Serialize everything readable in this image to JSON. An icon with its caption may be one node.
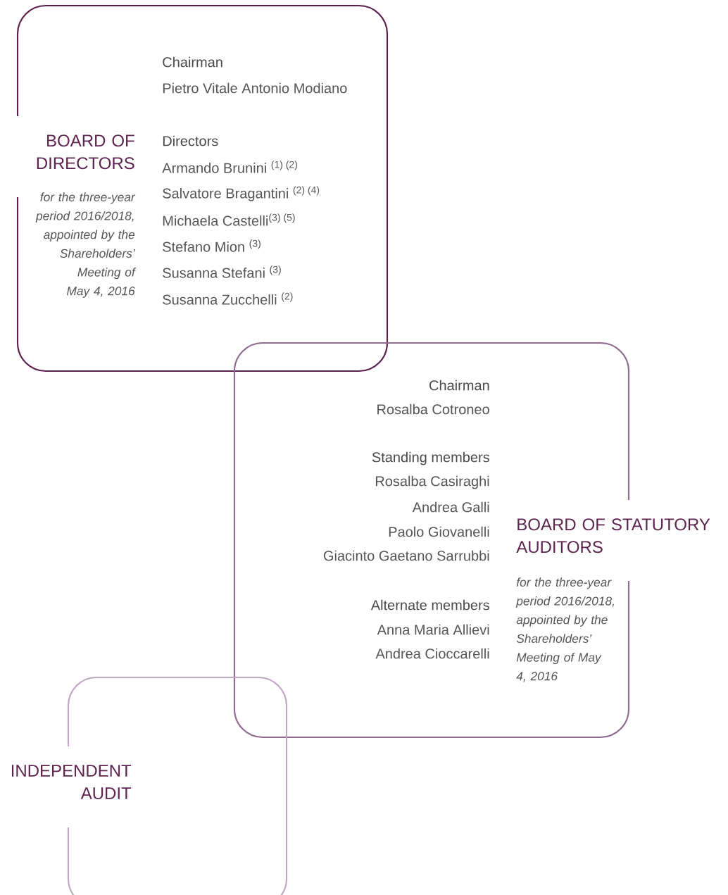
{
  "diagram": {
    "nodes": [
      {
        "text": [
          "BOARD OF DIRECTORS",
          "for the three-year period 2016/2018, appointed by the Shareholders’ Meeting of May 4, 2016",
          "Chairman",
          "Pietro Vitale Antonio Modiano",
          "Directors",
          "Armando Brunini $^{(1) (2)}$",
          "Salvatore Bragantini $^{(2) (4)}$",
          "Michaela Castelli$^{(3) (5)}$",
          "Stefano Mion $^{(3)}$",
          "Susanna Stefani $^{(3)}$",
          "Susanna Zucchelli $^{(2)}$"
        ]
      },
      {
        "text": [
          "BOARD OF STATUTORY AUDITORS",
          "for the three-year period 2016/2018, appointed by the Shareholders’ Meeting of May 4, 2016",
          "Chairman",
          "Rosalba Cotroneo",
          "Standing members",
          "Rosalba Casiraghi",
          "Andrea Galli",
          "Paolo Giovanelli",
          "Giacinto Gaetano Sarrubbi",
          "Alternate members",
          "Anna Maria Allievi",
          "Andrea Cioccarelli"
        ]
      },
      {
        "text": [
          "INDEPENDENT AUDIT"
        ]
      }
    ]
  }
}
